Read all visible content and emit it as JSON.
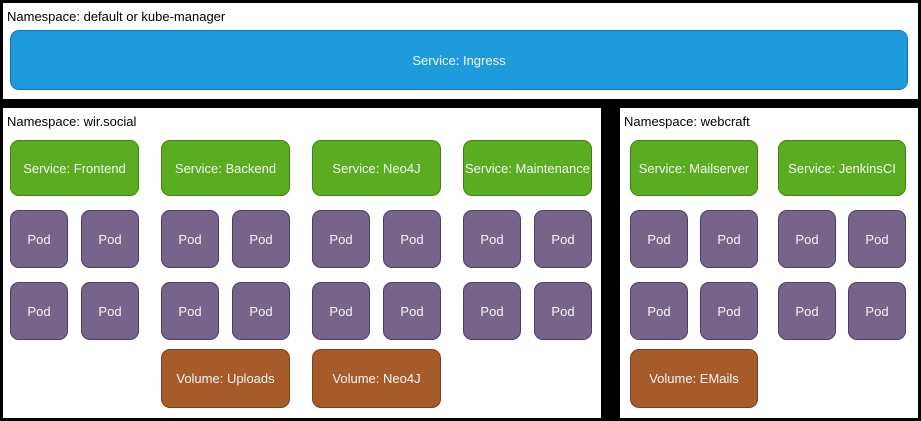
{
  "colors": {
    "background": "#000000",
    "panel": "#ffffff",
    "ingress": "#1e9bdc",
    "service": "#5aac20",
    "pod": "#76648b",
    "volume": "#a65b2b",
    "box_text": "#f5f5f5",
    "label_text": "#000000"
  },
  "top_panel": {
    "label": "Namespace: default or kube-manager",
    "ingress_label": "Service: Ingress"
  },
  "left_panel": {
    "label": "Namespace: wir.social",
    "groups": [
      {
        "service": "Service: Frontend",
        "pods": [
          "Pod",
          "Pod",
          "Pod",
          "Pod"
        ],
        "volume": null
      },
      {
        "service": "Service: Backend",
        "pods": [
          "Pod",
          "Pod",
          "Pod",
          "Pod"
        ],
        "volume": "Volume: Uploads"
      },
      {
        "service": "Service: Neo4J",
        "pods": [
          "Pod",
          "Pod",
          "Pod",
          "Pod"
        ],
        "volume": "Volume: Neo4J"
      },
      {
        "service": "Service: Maintenance",
        "pods": [
          "Pod",
          "Pod",
          "Pod",
          "Pod"
        ],
        "volume": null
      }
    ]
  },
  "right_panel": {
    "label": "Namespace: webcraft",
    "groups": [
      {
        "service": "Service: Mailserver",
        "pods": [
          "Pod",
          "Pod",
          "Pod",
          "Pod"
        ],
        "volume": "Volume: EMails"
      },
      {
        "service": "Service: JenkinsCI",
        "pods": [
          "Pod",
          "Pod",
          "Pod",
          "Pod"
        ],
        "volume": null
      }
    ]
  }
}
